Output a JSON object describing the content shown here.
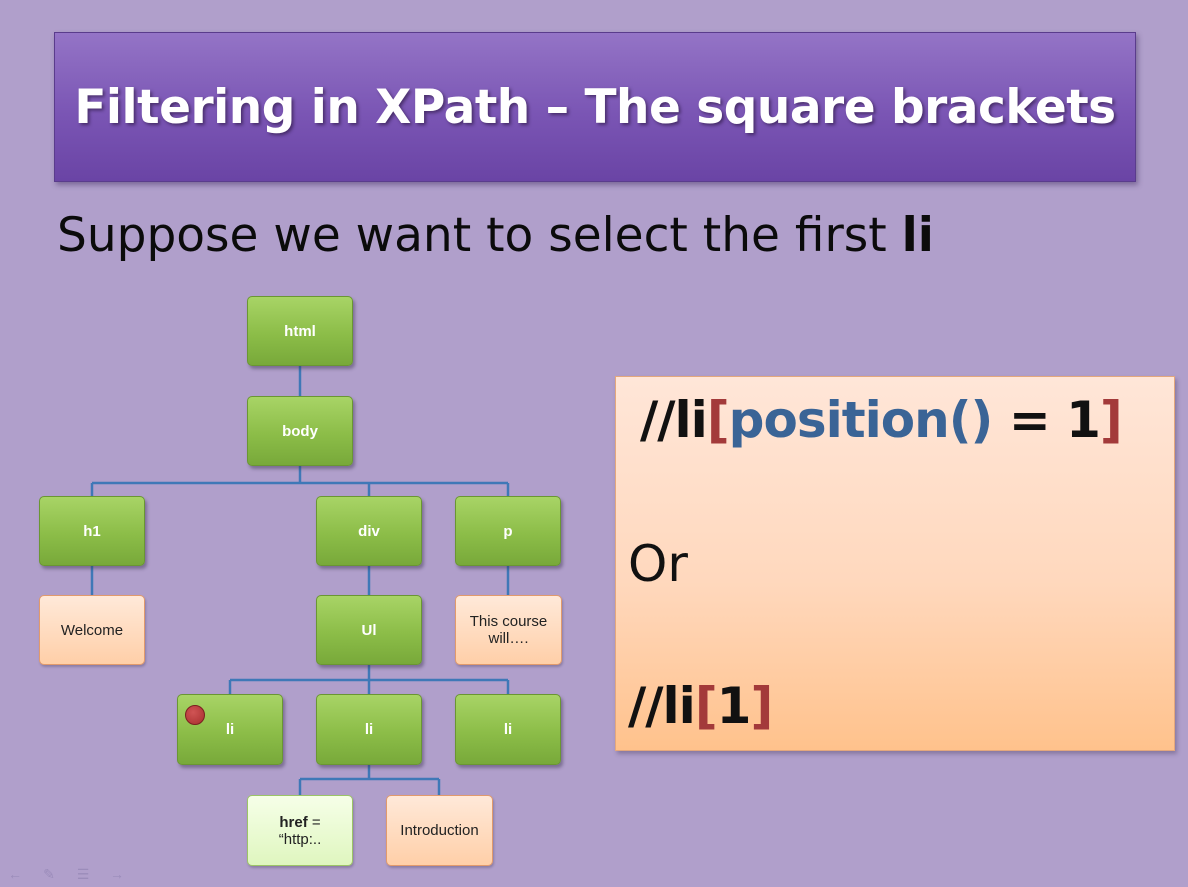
{
  "slide": {
    "title": "Filtering in XPath – The square brackets",
    "subtitle_prefix": "Suppose we want to select the first ",
    "subtitle_bold": "li"
  },
  "tree": {
    "html": "html",
    "body": "body",
    "h1": "h1",
    "div": "div",
    "p": "p",
    "welcome": "Welcome",
    "ul": "Ul",
    "p_text_line1": "This course",
    "p_text_line2": "will….",
    "li1": "li",
    "li2": "li",
    "li3": "li",
    "href_bold": "href",
    "href_rest": " =",
    "href_value": "“http:..",
    "introduction": "Introduction"
  },
  "code": {
    "line1_prefix": "//li",
    "line1_open": "[",
    "line1_fn": "position()",
    "line1_eq": " = ",
    "line1_num": "1",
    "line1_close": "]",
    "or": "Or",
    "line2_prefix": "//li",
    "line2_open": "[",
    "line2_num": "1",
    "line2_close": "]"
  },
  "toolbar": {
    "icons": [
      "back-arrow-icon",
      "pen-icon",
      "menu-icon",
      "forward-arrow-icon"
    ]
  },
  "colors": {
    "background": "#b09fcb",
    "title_bar": "#7a55b4",
    "node_green": "#8cbd48",
    "node_peach": "#ffcfa8",
    "connector": "#3f78b7",
    "bracket": "#a33a3a",
    "function": "#3a6496"
  }
}
